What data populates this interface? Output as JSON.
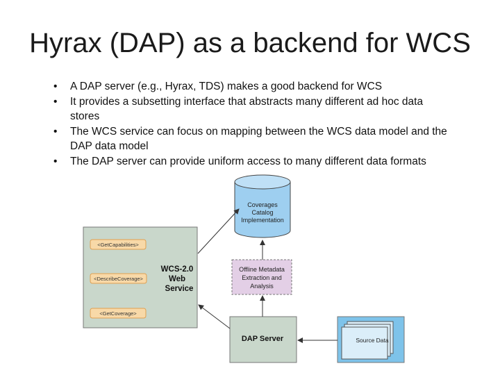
{
  "slide": {
    "title": "Hyrax (DAP) as a backend for WCS",
    "bullets": [
      "A DAP server (e.g., Hyrax, TDS) makes a good backend for WCS",
      "It provides a subsetting interface that abstracts many different ad hoc data stores",
      "The WCS service can focus on mapping between the WCS data model and the DAP data model",
      "The DAP server can provide uniform access to many different data formats"
    ]
  },
  "diagram": {
    "catalog": {
      "lines": [
        "Coverages",
        "Catalog",
        "Implementation"
      ]
    },
    "wcs": {
      "lines": [
        "WCS-2.0",
        "Web",
        "Service"
      ]
    },
    "operations": [
      "<GetCapabilities>",
      "<DescribeCoverage>",
      "<GetCoverage>"
    ],
    "metadata": {
      "lines": [
        "Offline Metadata",
        "Extraction and",
        "Analysis"
      ]
    },
    "dap_server": "DAP Server",
    "source_data": "Source Data",
    "colors": {
      "catalog_fill": "#9ecff0",
      "wcs_fill": "#c9d7cb",
      "metadata_fill": "#e3cfe6",
      "dap_fill": "#c9d7cb",
      "op_fill": "#f8d9a8",
      "op_stroke": "#e0a050",
      "source_fill": "#7ec3ea",
      "source_doc_fill": "#dbeef9"
    }
  }
}
